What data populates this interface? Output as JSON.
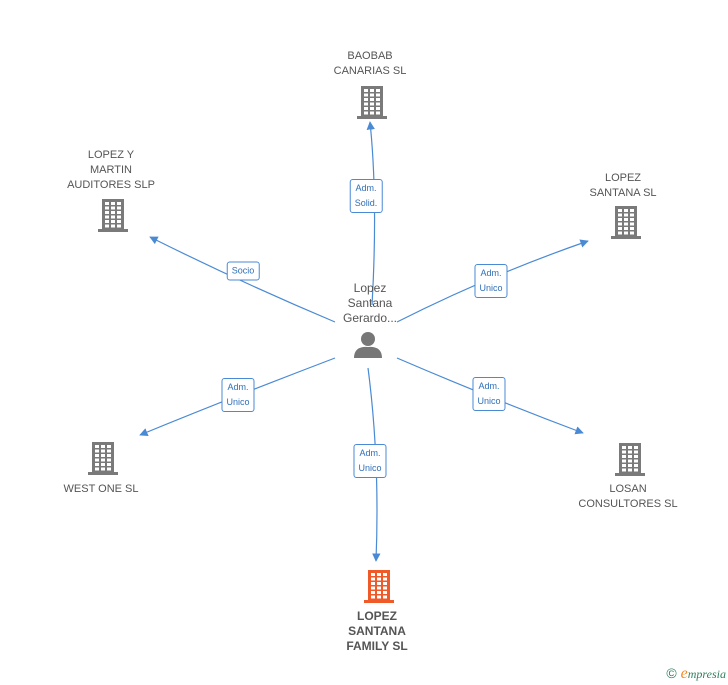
{
  "center": {
    "label": "Lopez\nSantana\nGerardo...",
    "icon": "person-icon",
    "color": "#777777"
  },
  "nodes": [
    {
      "id": "baobab",
      "label": "BAOBAB\nCANARIAS SL",
      "icon": "building-icon",
      "color": "#7a7a7a",
      "highlight": false
    },
    {
      "id": "lopez-martin",
      "label": "LOPEZ Y\nMARTIN\nAUDITORES SLP",
      "icon": "building-icon",
      "color": "#7a7a7a",
      "highlight": false
    },
    {
      "id": "lopez-santana",
      "label": "LOPEZ\nSANTANA SL",
      "icon": "building-icon",
      "color": "#7a7a7a",
      "highlight": false
    },
    {
      "id": "west-one",
      "label": "WEST ONE SL",
      "icon": "building-icon",
      "color": "#7a7a7a",
      "highlight": false
    },
    {
      "id": "losan",
      "label": "LOSAN\nCONSULTORES SL",
      "icon": "building-icon",
      "color": "#7a7a7a",
      "highlight": false
    },
    {
      "id": "lopez-santana-family",
      "label": "LOPEZ\nSANTANA\nFAMILY  SL",
      "icon": "building-icon",
      "color": "#f05a28",
      "highlight": true
    }
  ],
  "edges": [
    {
      "to": "baobab",
      "label": "Adm.\nSolid."
    },
    {
      "to": "lopez-martin",
      "label": "Socio"
    },
    {
      "to": "lopez-santana",
      "label": "Adm.\nUnico"
    },
    {
      "to": "west-one",
      "label": "Adm.\nUnico"
    },
    {
      "to": "losan",
      "label": "Adm.\nUnico"
    },
    {
      "to": "lopez-santana-family",
      "label": "Adm.\nUnico"
    }
  ],
  "colors": {
    "edge": "#4a8ad4"
  },
  "footer": {
    "copyright": "©",
    "brand_initial": "e",
    "brand_rest": "mpresia"
  }
}
